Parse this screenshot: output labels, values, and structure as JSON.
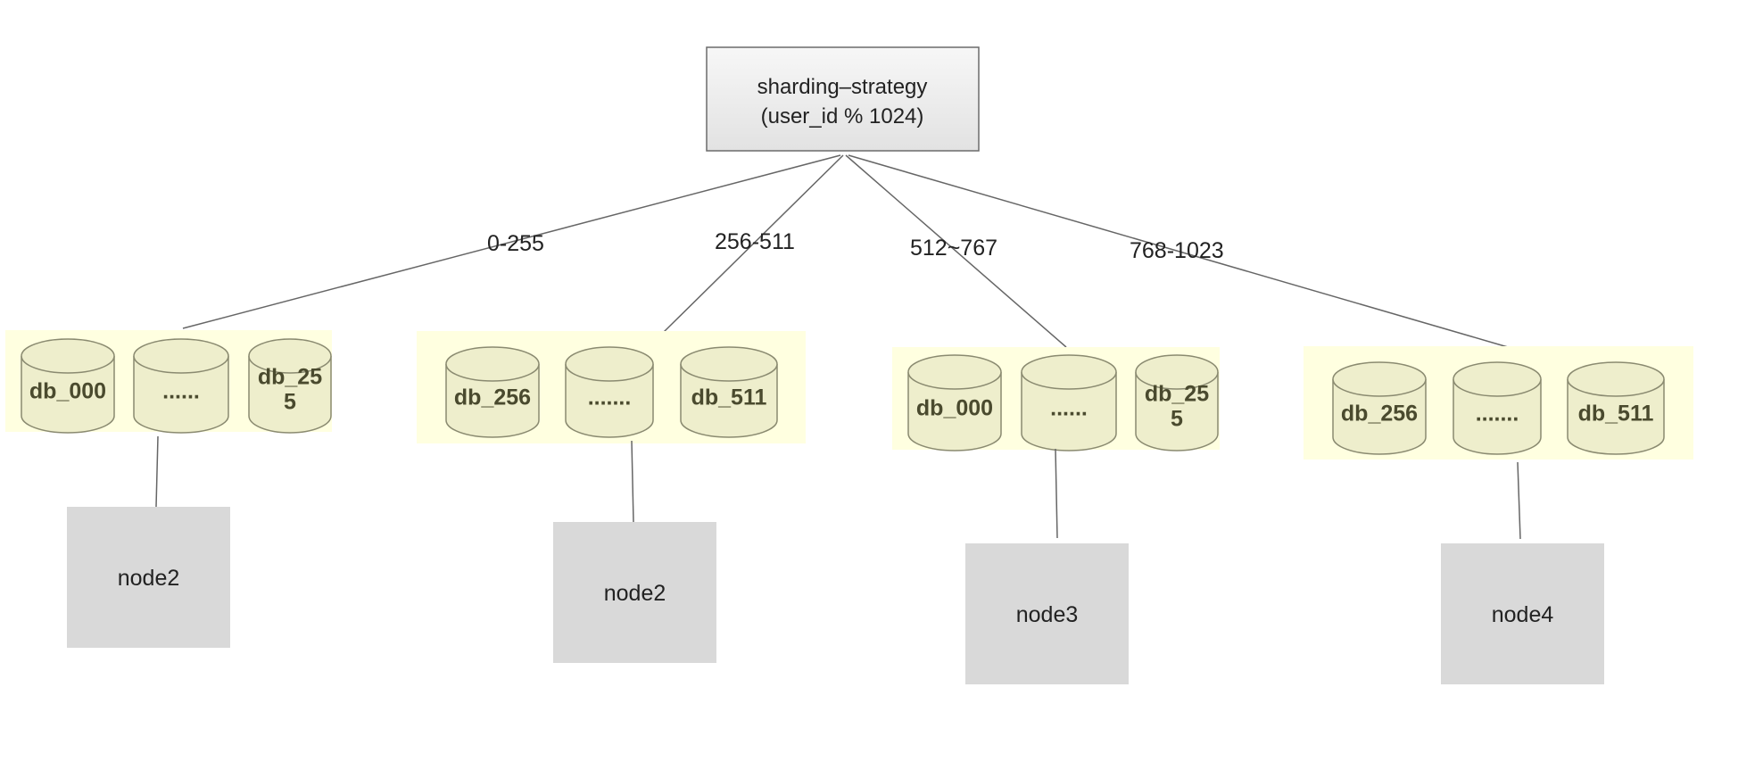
{
  "root": {
    "line1": "sharding–strategy",
    "line2": "(user_id % 1024)"
  },
  "edges": [
    "0-255",
    "256-511",
    "512~767",
    "768-1023"
  ],
  "groups": [
    {
      "dbs": [
        {
          "lines": [
            "db_000"
          ]
        },
        {
          "lines": [
            "......"
          ]
        },
        {
          "lines": [
            "db_25",
            "5"
          ]
        }
      ],
      "node": "node2"
    },
    {
      "dbs": [
        {
          "lines": [
            "db_256"
          ]
        },
        {
          "lines": [
            "......."
          ]
        },
        {
          "lines": [
            "db_511"
          ]
        }
      ],
      "node": "node2"
    },
    {
      "dbs": [
        {
          "lines": [
            "db_000"
          ]
        },
        {
          "lines": [
            "......"
          ]
        },
        {
          "lines": [
            "db_25",
            "5"
          ]
        }
      ],
      "node": "node3"
    },
    {
      "dbs": [
        {
          "lines": [
            "db_256"
          ]
        },
        {
          "lines": [
            "......."
          ]
        },
        {
          "lines": [
            "db_511"
          ]
        }
      ],
      "node": "node4"
    }
  ],
  "colors": {
    "group_fill": "#ffffe0",
    "cylinder_fill": "#eeeecc",
    "cylinder_stroke": "#8a8a70",
    "node_fill": "#d9d9d9",
    "root_fill": "#ebebeb",
    "root_stroke": "#6b6b6b",
    "line": "#666666"
  }
}
